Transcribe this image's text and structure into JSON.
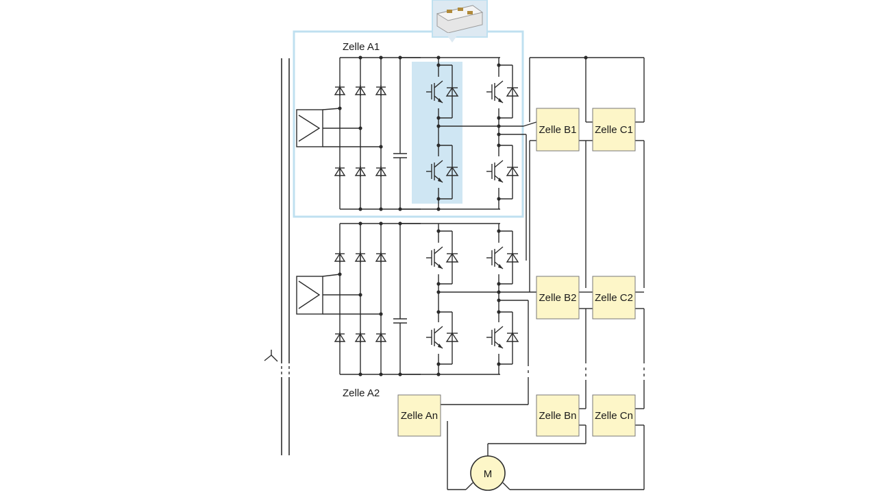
{
  "labels": {
    "cell_a1": "Zelle A1",
    "cell_a2": "Zelle A2",
    "cell_an": "Zelle An",
    "cell_b1": "Zelle B1",
    "cell_b2": "Zelle B2",
    "cell_bn": "Zelle Bn",
    "cell_c1": "Zelle C1",
    "cell_c2": "Zelle C2",
    "cell_cn": "Zelle Cn",
    "motor": "M"
  },
  "colors": {
    "highlight_frame": "#bfe0f0",
    "highlight_fill": "#cfe6f3",
    "cell_fill": "#fdf6c8",
    "wire": "#2b2b2b"
  },
  "icons": [
    "transformer-icon",
    "wye-symbol-icon",
    "igbt-module-photo",
    "diode-icon",
    "igbt-icon",
    "capacitor-icon",
    "motor-icon"
  ]
}
